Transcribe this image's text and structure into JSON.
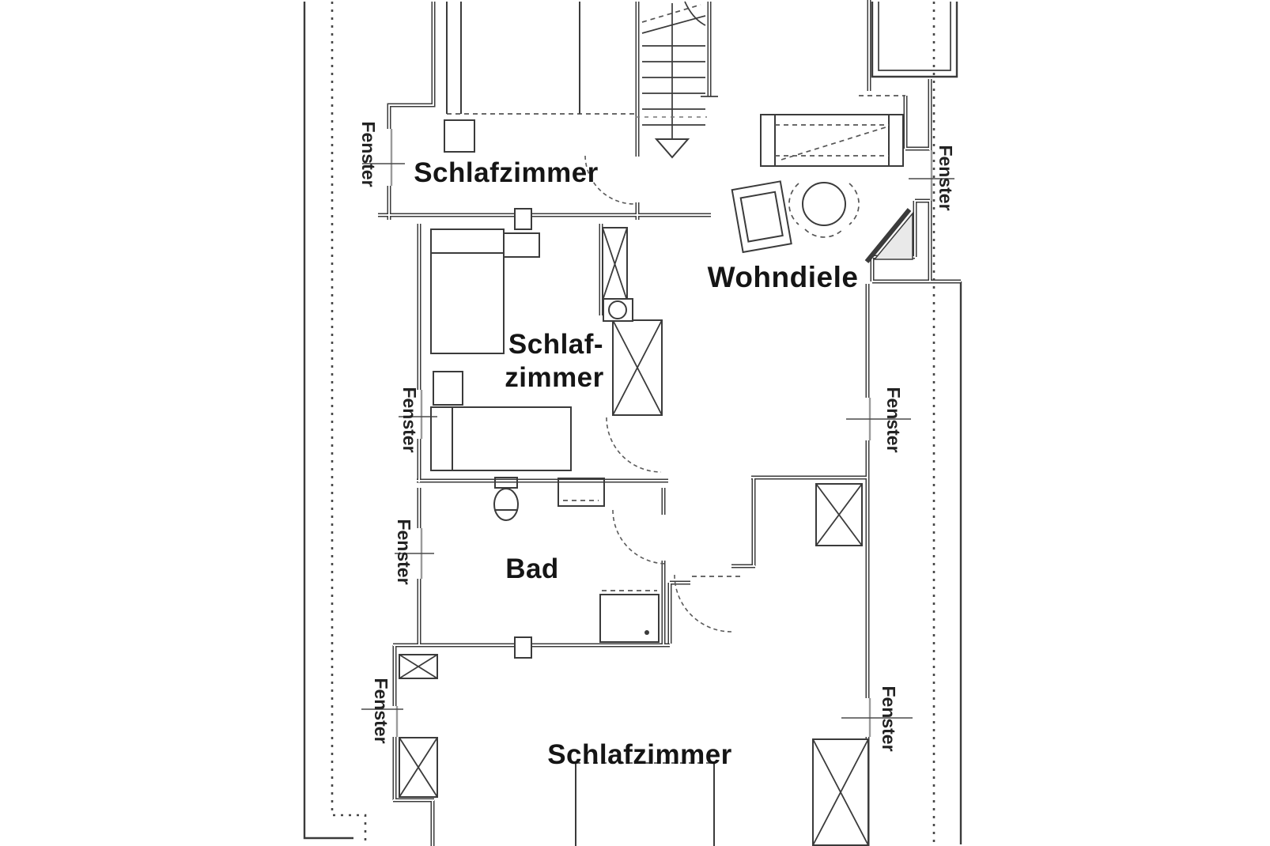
{
  "drawing": {
    "kind": "attic floor plan (scanned)",
    "colors": {
      "ink": "#3b3b3b",
      "paper": "#ffffff",
      "text": "#151515"
    }
  },
  "rooms": {
    "bedroom_top": {
      "label": "Schlafzimmer"
    },
    "bedroom_middle": {
      "label_line1": "Schlaf-",
      "label_line2": "zimmer"
    },
    "living_hall": {
      "label": "Wohndiele"
    },
    "bathroom": {
      "label": "Bad"
    },
    "bedroom_bottom": {
      "label": "Schlafzimmer"
    }
  },
  "labels": {
    "window": "Fenster"
  }
}
